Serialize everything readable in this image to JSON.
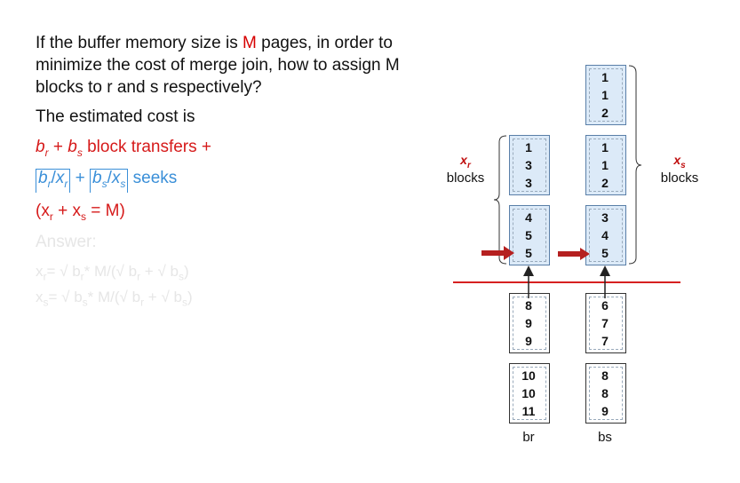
{
  "question": {
    "pre": "If the buffer memory size is ",
    "m": "M",
    "post": " pages, in order to minimize the cost of merge join, how to assign M blocks to r and s respectively?"
  },
  "estimated_cost_heading": "The estimated cost is",
  "cost_line1": {
    "b": "b",
    "r": "r",
    "plus": " + ",
    "s": "s",
    "tail": "  block transfers  +"
  },
  "cost_line2": {
    "b": "b",
    "r": "r",
    "x": "x",
    "slash": "/",
    "plus": " + ",
    "s": "s",
    "seeks": " seeks"
  },
  "constraint": {
    "open": "(x",
    "r": "r",
    "plus": "  + x",
    "s": "s",
    "tail": " = M)"
  },
  "answer_heading": "Answer:",
  "answer_line1": {
    "x": "x",
    "r": "r",
    "eq": "= √ b",
    "r2": "r",
    "rest": "* M/(√ b",
    "r3": "r",
    "plus": " + √ b",
    "s": "s",
    "close": ")"
  },
  "answer_line2": {
    "x": "x",
    "s": "s",
    "eq": "= √ b",
    "s2": "s",
    "rest": "* M/(√ b",
    "r3": "r",
    "plus": " + √ b",
    "s3": "s",
    "close": ")"
  },
  "diagram": {
    "br_blocks": [
      [
        "1",
        "3",
        "3"
      ],
      [
        "4",
        "5",
        "5"
      ],
      [
        "8",
        "9",
        "9"
      ],
      [
        "10",
        "10",
        "11"
      ]
    ],
    "bs_blocks": [
      [
        "1",
        "1",
        "2"
      ],
      [
        "1",
        "1",
        "2"
      ],
      [
        "3",
        "4",
        "5"
      ],
      [
        "6",
        "7",
        "7"
      ],
      [
        "8",
        "8",
        "9"
      ]
    ],
    "br_label": "br",
    "bs_label": "bs",
    "xr_label": "x",
    "xr_sub": "r",
    "xs_label": "x",
    "xs_sub": "s",
    "blocks_word": "blocks"
  },
  "colors": {
    "accent_red": "#d61a1a",
    "accent_blue": "#3a8fd8",
    "divider": "#d62020",
    "pointer": "#b52020"
  }
}
